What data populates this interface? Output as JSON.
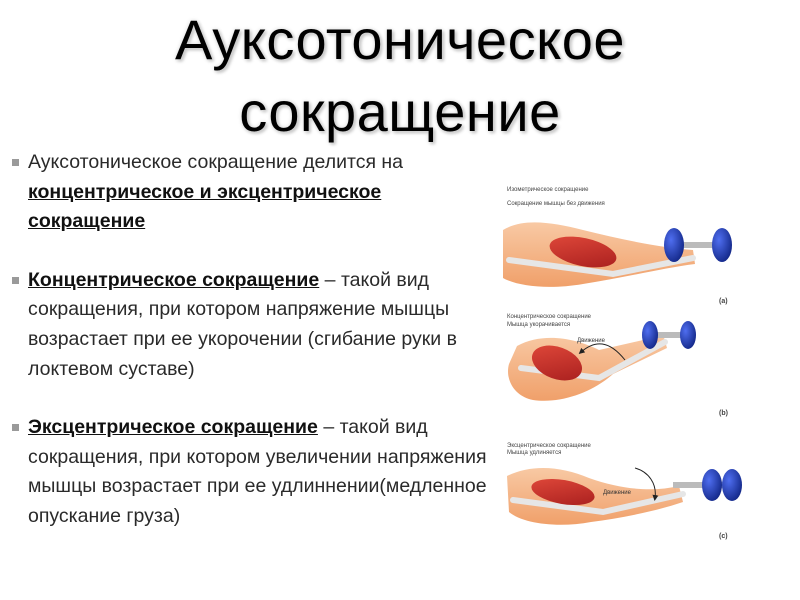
{
  "slide": {
    "title_line1": "Ауксотоническое",
    "title_line2": "сокращение"
  },
  "bullets": [
    {
      "text_plain": "Ауксотоническое сокращение делится на ",
      "text_bold": "концентрическое и эксцентрическое сокращение"
    },
    {
      "text_bold": "Концентрическое сокращение",
      "text_plain": " – такой вид сокращения, при котором напряжение мышцы возрастает при ее укорочении (сгибание руки в локтевом суставе)"
    },
    {
      "text_bold": "Эксцентрическое сокращение",
      "text_plain_a": " – такой вид сокращения, при котором  ",
      "text_plain_b": "увеличении",
      "text_plain_c": " напряжения мышцы возрастает при ее удлиннении(медленное опускание груза)"
    }
  ],
  "figure": {
    "panels": [
      {
        "caption_line1": "Изометрическое сокращение",
        "caption_line2": "Сокращение мышцы без движения",
        "letter": "(a)"
      },
      {
        "caption_line1": "Концентрическое сокращение",
        "caption_line2": "Мышца укорачивается",
        "arrow_label": "Движение",
        "letter": "(b)"
      },
      {
        "caption_line1": "Эксцентрическое сокращение",
        "caption_line2": "Мышца удлиняется",
        "arrow_label": "Движение",
        "letter": "(c)"
      }
    ],
    "colors": {
      "skin": "#f0a06a",
      "skin_light": "#f8c9a4",
      "muscle": "#c62828",
      "bone": "#ececec",
      "weight": "#1e3fc0",
      "weight_dark": "#14298a"
    }
  }
}
